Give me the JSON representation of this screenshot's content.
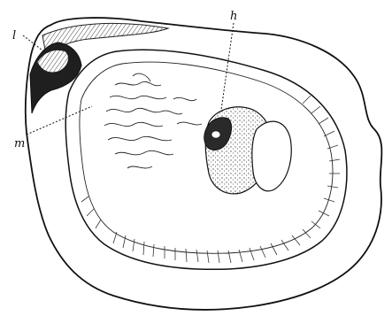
{
  "figure": {
    "labels": {
      "l": "l",
      "h": "h",
      "m": "m"
    }
  },
  "colors": {
    "ink": "#111111",
    "background": "#ffffff",
    "shading": "#6f6f6f",
    "dark_fill": "#1f1f1f"
  }
}
